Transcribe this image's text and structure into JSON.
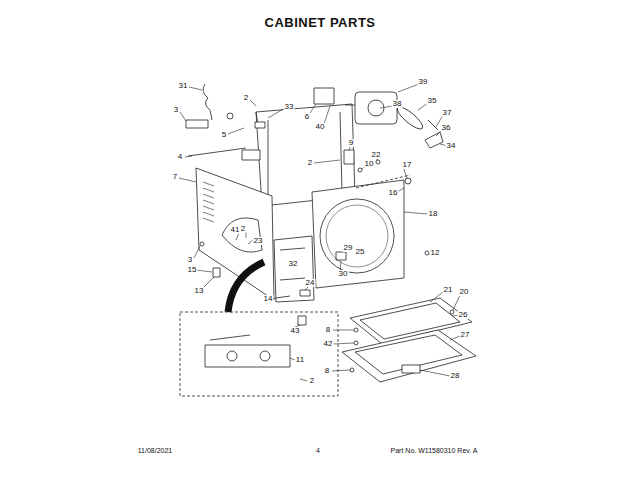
{
  "diagram": {
    "title": "CABINET PARTS",
    "labels": [
      "31",
      "2",
      "33",
      "3",
      "5",
      "4",
      "6",
      "40",
      "39",
      "38",
      "35",
      "37",
      "36",
      "34",
      "2",
      "9",
      "22",
      "10",
      "17",
      "16",
      "7",
      "18",
      "12",
      "3",
      "41",
      "2",
      "23",
      "29",
      "25",
      "15",
      "32",
      "13",
      "30",
      "24",
      "14",
      "43",
      "21",
      "20",
      "26",
      "8",
      "42",
      "27",
      "8",
      "11",
      "2",
      "28",
      "11/08/2021",
      "4",
      "Part No. W11580310 Rev. A"
    ]
  }
}
